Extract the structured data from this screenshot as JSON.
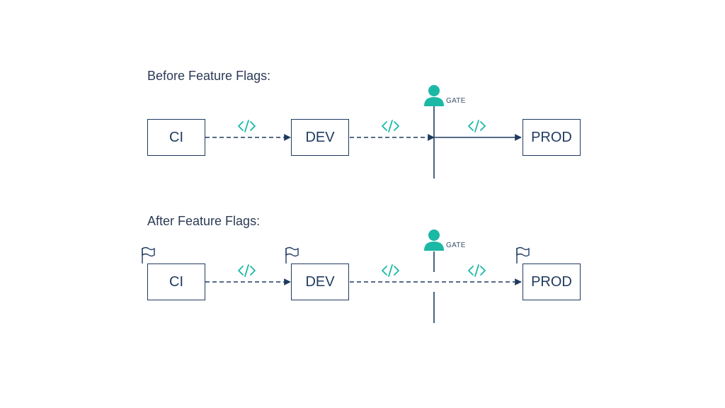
{
  "before": {
    "heading": "Before Feature Flags:",
    "nodes": {
      "ci": "CI",
      "dev": "DEV",
      "prod": "PROD"
    },
    "gate_label": "GATE"
  },
  "after": {
    "heading": "After Feature Flags:",
    "nodes": {
      "ci": "CI",
      "dev": "DEV",
      "prod": "PROD"
    },
    "gate_label": "GATE"
  },
  "colors": {
    "primary": "#1f3a5f",
    "accent": "#1bb8a6"
  },
  "icons": [
    "code-icon",
    "person-icon",
    "flag-icon",
    "arrow-head"
  ]
}
